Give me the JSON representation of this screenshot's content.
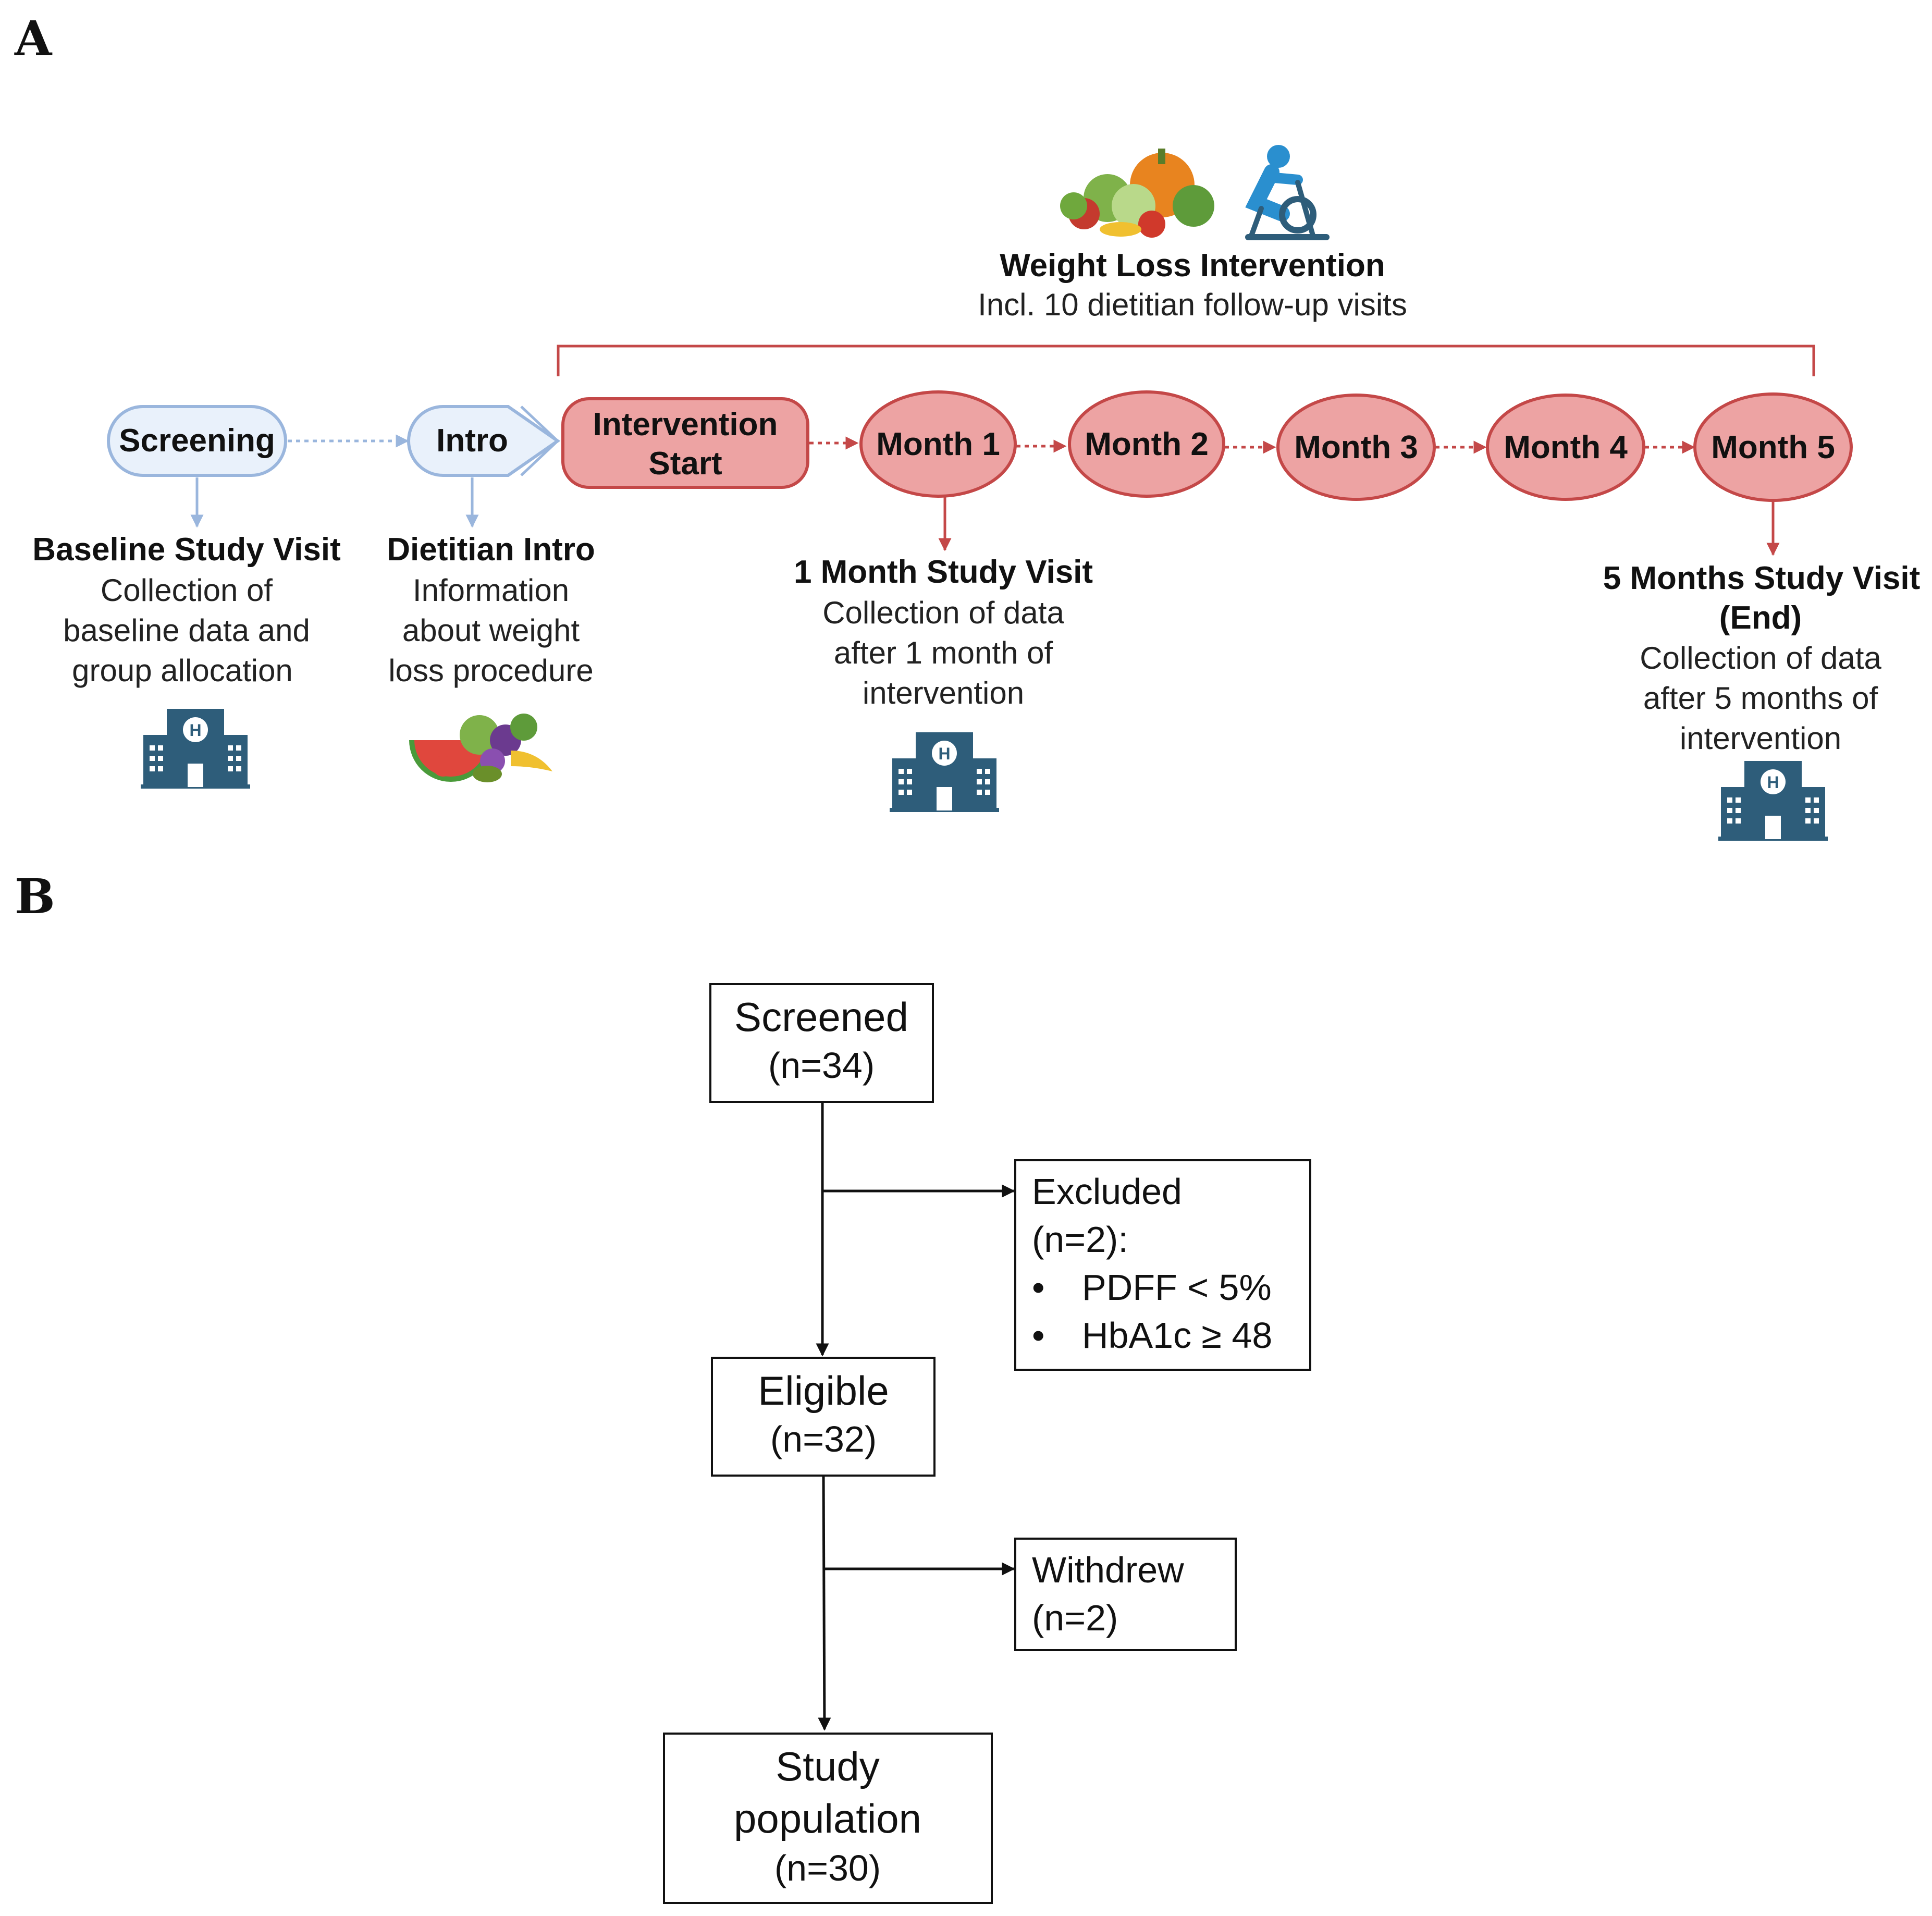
{
  "panel_a": {
    "letter": "A",
    "intervention_header": {
      "title": "Weight Loss Intervention",
      "subtitle": "Incl. 10 dietitian follow-up visits"
    },
    "steps": {
      "screening": "Screening",
      "intro": "Intro",
      "intervention_start_line1": "Intervention",
      "intervention_start_line2": "Start",
      "months": [
        "Month 1",
        "Month 2",
        "Month 3",
        "Month 4",
        "Month 5"
      ]
    },
    "visits": {
      "baseline": {
        "title": "Baseline Study Visit",
        "lines": [
          "Collection of",
          "baseline data and",
          "group allocation"
        ]
      },
      "dietitian": {
        "title": "Dietitian Intro",
        "lines": [
          "Information",
          "about weight",
          "loss procedure"
        ]
      },
      "month1": {
        "title": "1 Month Study Visit",
        "lines": [
          "Collection of data",
          "after 1 month of",
          "intervention"
        ]
      },
      "month5": {
        "title_line1": "5 Months Study Visit",
        "title_line2": "(End)",
        "lines": [
          "Collection of data",
          "after 5 months of",
          "intervention"
        ]
      }
    },
    "hospital_badge": "H",
    "colors": {
      "blue_pill_fill": "#e9f1fb",
      "blue_pill_stroke": "#9ab6dd",
      "red_fill": "#eda3a3",
      "red_stroke": "#c44848",
      "hospital": "#2e5d7a"
    }
  },
  "panel_b": {
    "letter": "B",
    "screened": {
      "label": "Screened",
      "count": "(n=34)"
    },
    "excluded": {
      "label": "Excluded",
      "count": "(n=2):",
      "reasons": [
        "PDFF < 5%",
        "HbA1c ≥ 48"
      ]
    },
    "eligible": {
      "label": "Eligible",
      "count": "(n=32)"
    },
    "withdrew": {
      "label": "Withdrew",
      "count": "(n=2)"
    },
    "study_population": {
      "line1": "Study",
      "line2": "population",
      "count": "(n=30)"
    }
  }
}
